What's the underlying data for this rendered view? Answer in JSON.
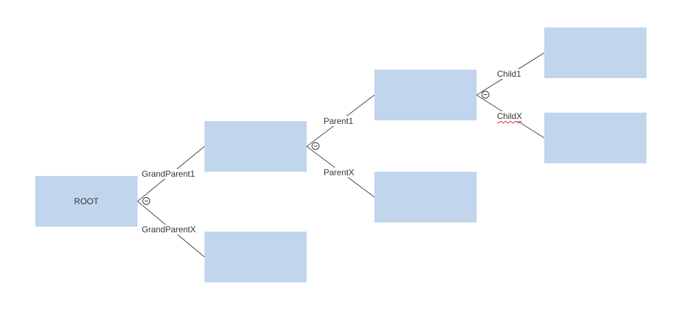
{
  "diagram": {
    "nodes": {
      "root": {
        "label": "ROOT"
      },
      "gp1": {
        "label": ""
      },
      "gpx": {
        "label": ""
      },
      "p1": {
        "label": ""
      },
      "px": {
        "label": ""
      },
      "c1": {
        "label": ""
      },
      "cx": {
        "label": ""
      }
    },
    "edges": {
      "gp1": {
        "label": "GrandParent1"
      },
      "gpx": {
        "label": "GrandParentX"
      },
      "p1": {
        "label": "Parent1"
      },
      "px": {
        "label": "ParentX"
      },
      "c1": {
        "label": "Child1"
      },
      "cx": {
        "label": "ChildX"
      }
    },
    "colors": {
      "node_fill": "#c1d5ec",
      "edge_stroke": "#444444",
      "spellcheck_underline": "#d03030"
    },
    "icons": {
      "collapse": "collapse-minus-circle-icon"
    }
  }
}
